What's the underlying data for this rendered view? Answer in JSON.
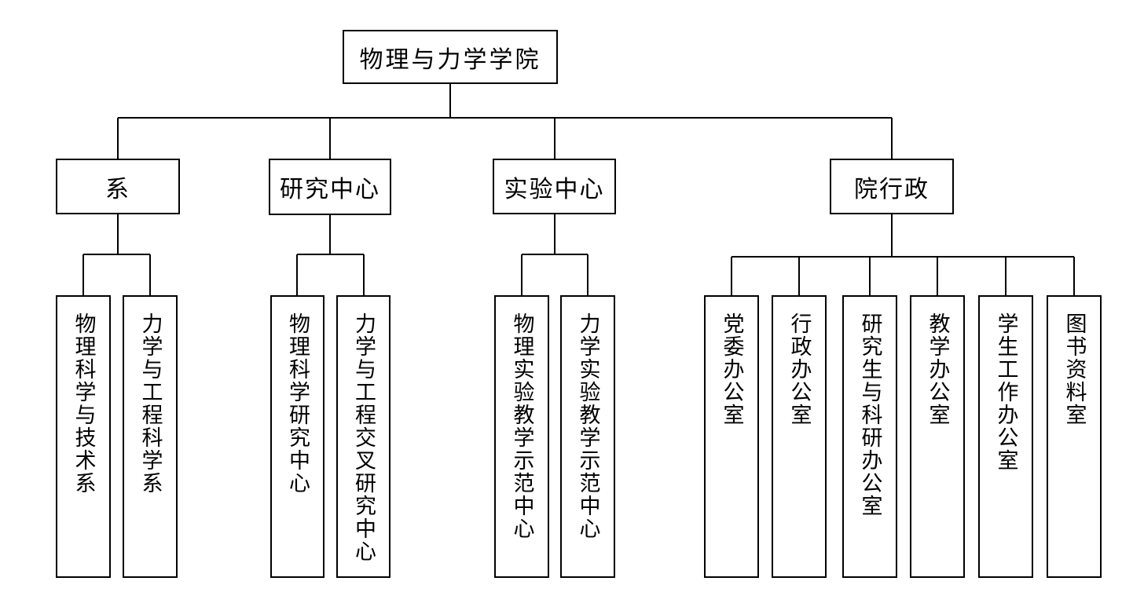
{
  "org_chart": {
    "type": "tree",
    "root": {
      "label": "物理与力学学院"
    },
    "groups": [
      {
        "label": "系",
        "children": [
          {
            "label": "物理科学与技术系"
          },
          {
            "label": "力学与工程科学系"
          }
        ]
      },
      {
        "label": "研究中心",
        "children": [
          {
            "label": "物理科学研究中心"
          },
          {
            "label": "力学与工程交叉研究中心"
          }
        ]
      },
      {
        "label": "实验中心",
        "children": [
          {
            "label": "物理实验教学示范中心"
          },
          {
            "label": "力学实验教学示范中心"
          }
        ]
      },
      {
        "label": "院行政",
        "children": [
          {
            "label": "党委办公室"
          },
          {
            "label": "行政办公室"
          },
          {
            "label": "研究生与科研办公室"
          },
          {
            "label": "教学办公室"
          },
          {
            "label": "学生工作办公室"
          },
          {
            "label": "图书资料室"
          }
        ]
      }
    ],
    "colors": {
      "background": "#ffffff",
      "line": "#000000",
      "box_border": "#000000",
      "text": "#000000"
    }
  }
}
